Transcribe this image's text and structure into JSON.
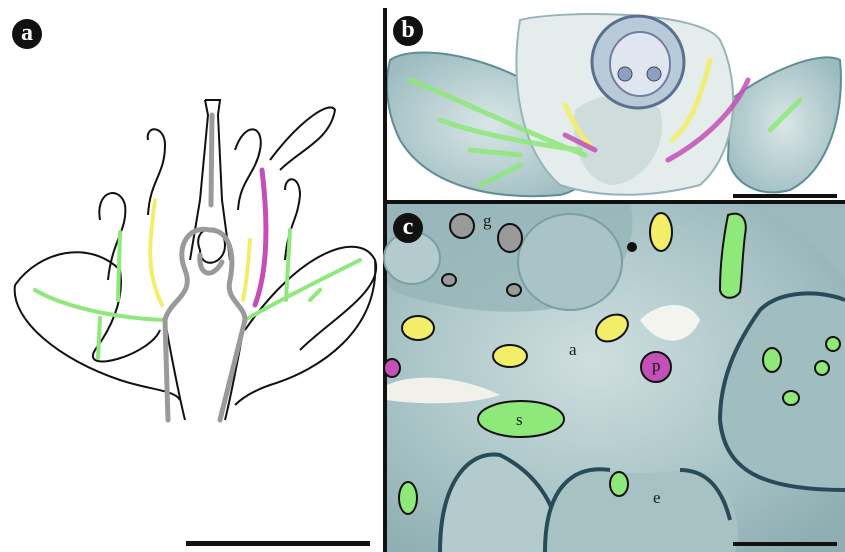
{
  "panels": {
    "a": "a",
    "b": "b",
    "c": "c"
  },
  "tissue_labels": {
    "g": "g",
    "a": "a",
    "p": "p",
    "s": "s",
    "e": "e"
  },
  "colors": {
    "green_vascular": "#8ee87a",
    "yellow_vascular": "#f2ee6a",
    "magenta_vascular": "#c44fb6",
    "grey_vascular": "#9a9a9a",
    "section_stain": "#8fb3b8"
  }
}
